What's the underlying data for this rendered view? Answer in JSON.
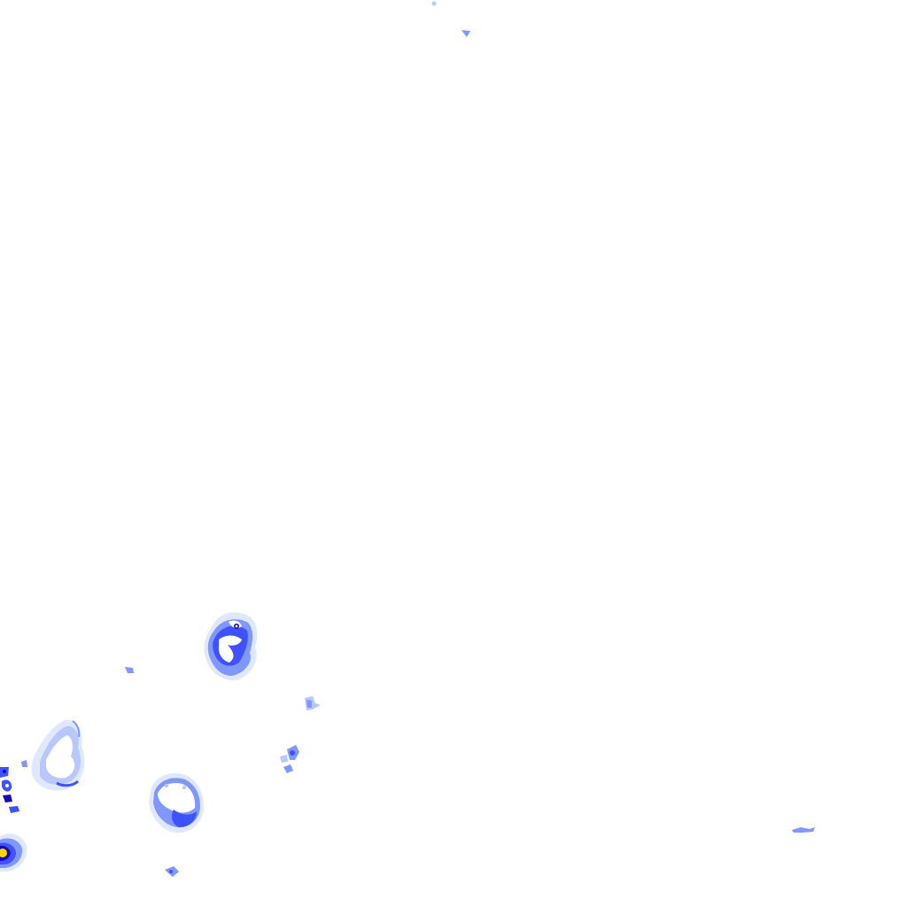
{
  "map": {
    "kind": "radar-precipitation-overlay",
    "background_color": "#ffffff",
    "intensity_palette": {
      "trace": "#dfe8ff",
      "very_light": "#b8c8ff",
      "light": "#7f97ff",
      "moderate": "#3f52ff",
      "heavy": "#1408b8",
      "very_heavy": "#ffd400"
    },
    "cells": [
      {
        "id": "cell-north-speck-1",
        "intensity": "very_light"
      },
      {
        "id": "cell-north-speck-2",
        "intensity": "light"
      },
      {
        "id": "cell-center-west",
        "intensity": "moderate"
      },
      {
        "id": "cell-small-west",
        "intensity": "light"
      },
      {
        "id": "cell-east-fragment-1",
        "intensity": "light"
      },
      {
        "id": "cell-east-fragment-2",
        "intensity": "moderate"
      },
      {
        "id": "cell-southwest-large",
        "intensity": "moderate"
      },
      {
        "id": "cell-edge-cluster",
        "intensity": "heavy"
      },
      {
        "id": "cell-south-center",
        "intensity": "moderate"
      },
      {
        "id": "cell-corner-core",
        "intensity": "very_heavy"
      },
      {
        "id": "cell-south-small",
        "intensity": "light"
      },
      {
        "id": "cell-far-east-line",
        "intensity": "light"
      }
    ]
  }
}
